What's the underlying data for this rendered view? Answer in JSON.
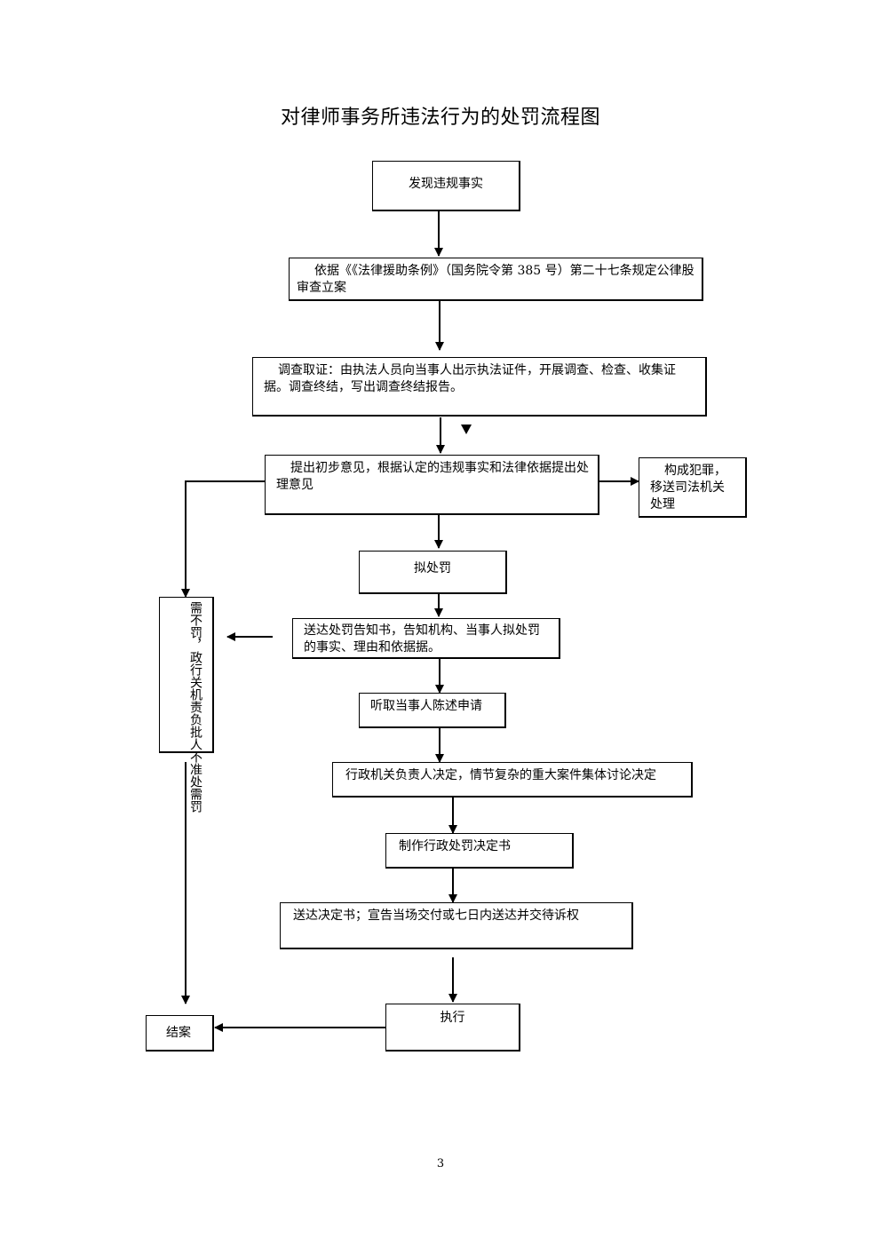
{
  "title": "对律师事务所违法行为的处罚流程图",
  "steps": {
    "discover": "发现违规事实",
    "file_case": "依据《《法律援助条例》（国务院令第 385 号）第二十七条规定公律股审查立案",
    "investigate": "调查取证：由执法人员向当事人出示执法证件，开展调查、检查、收集证据。调查终结，写出调查终结报告。",
    "preliminary": "提出初步意见，根据认定的违规事实和法律依据提出处理意见",
    "crime": "构成犯罪，移送司法机关处理",
    "proposed_penalty": "拟处罚",
    "notice": "送达处罚告知书，告知机构、当事人拟处罚的事实、理由和依据据。",
    "hearing": "听取当事人陈述申请",
    "decision": "行政机关负责人决定，情节复杂的重大案件集体讨论决定",
    "decision_doc": "制作行政处罚决定书",
    "deliver": "送达决定书；宣告当场交付或七日内送达并交待诉权",
    "execute": "执行",
    "close": "结案",
    "no_penalty": "需不罚，政行关机责负批人不准处需罚"
  },
  "page_number": "3"
}
